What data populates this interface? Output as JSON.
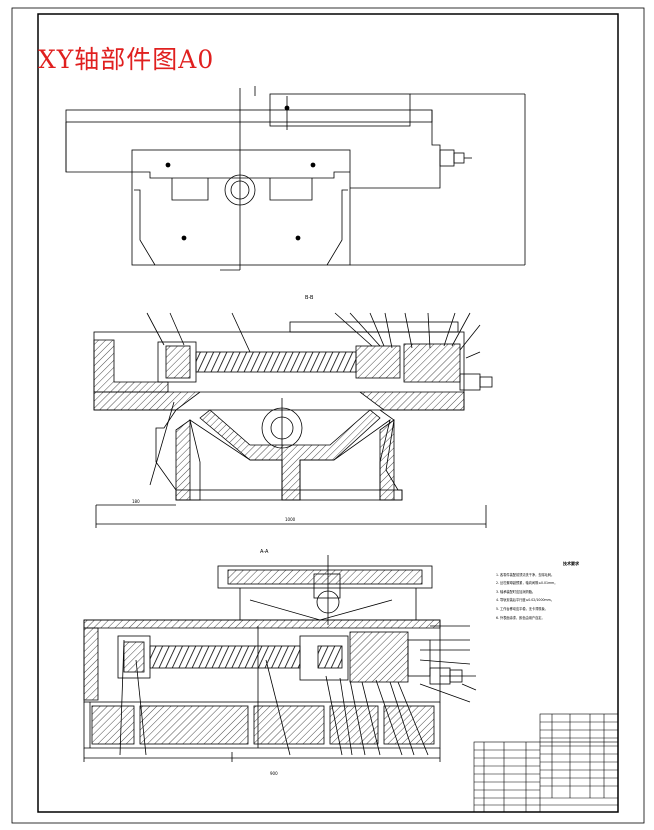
{
  "drawing": {
    "title": "XY轴部件图A0",
    "section_labels": {
      "upper_view": "B-B",
      "lower_view": "A-A"
    },
    "dimensions": {
      "upper_total": "1000",
      "upper_left": "180",
      "lower_total": "900"
    },
    "technical_requirements": {
      "heading": "技术要求",
      "items": [
        "1. 各零件装配前须清洗干净，去除毛刺。",
        "2. 丝杠螺母副预紧，轴向间隙≤0.01mm。",
        "3. 轴承装配时应加润滑脂。",
        "4. 导轨安装后平行度≤0.02/1000mm。",
        "5. 工作台移动应平稳，无卡滞现象。",
        "6. 外表面涂漆，颜色由用户自定。"
      ]
    }
  }
}
